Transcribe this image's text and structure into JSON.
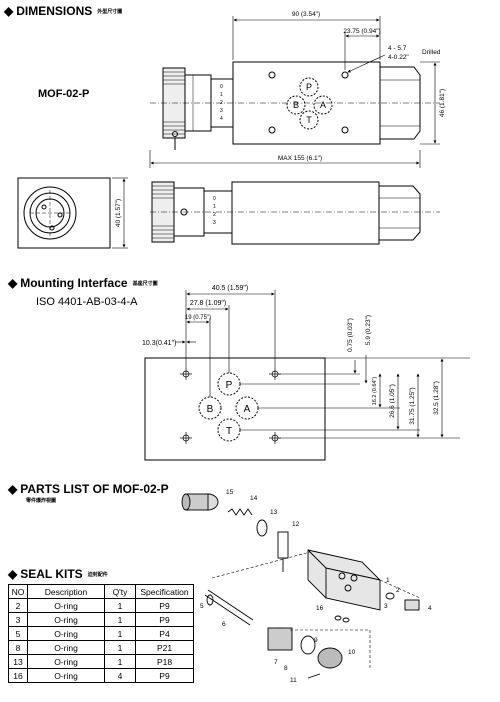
{
  "dimensions": {
    "title": "DIMENSIONS",
    "title_cn": "外型尺寸圖",
    "model": "MOF-02-P",
    "dim_90": "90 (3.54\")",
    "dim_23_75": "23.75 (0.94\")",
    "drill_1": "4 - 5.7",
    "drill_2": "4-0.22\"",
    "drilled": "Drilled",
    "dim_46": "46 (1.81\")",
    "dim_max": "MAX 155 (6.1\")",
    "dim_40": "40 (1.57\")",
    "ports": {
      "p": "P",
      "a": "A",
      "b": "B",
      "t": "T"
    }
  },
  "mounting": {
    "title": "Mounting Interface",
    "title_cn": "基座尺寸圖",
    "standard": "ISO 4401-AB-03-4-A",
    "dim_40_5": "40.5 (1.59\")",
    "dim_27_8": "27.8 (1.09\")",
    "dim_19": "19 (0.75\")",
    "dim_10_3": "10.3(0.41\")",
    "dim_0_75": "0.75 (0.03\")",
    "dim_5_9": "5.9 (0.23\")",
    "dim_16_2": "16.2 (0.64\")",
    "dim_26_6": "26.6 (1.05\")",
    "dim_31_75": "31.75 (1.25\")",
    "dim_32_5": "32.5 (1.28\")"
  },
  "parts": {
    "title": "PARTS LIST  OF MOF-02-P",
    "title_cn": "零件爆炸視圖",
    "callouts": [
      "1",
      "2",
      "3",
      "4",
      "5",
      "6",
      "7",
      "8",
      "9",
      "10",
      "11",
      "12",
      "13",
      "14",
      "15",
      "16"
    ]
  },
  "seal": {
    "title": "SEAL  KITS",
    "title_cn": "迫封配件",
    "headers": [
      "NO",
      "Description",
      "Q'ty",
      "Specification"
    ],
    "rows": [
      [
        "2",
        "O-ring",
        "1",
        "P9"
      ],
      [
        "3",
        "O-ring",
        "1",
        "P9"
      ],
      [
        "5",
        "O-ring",
        "1",
        "P4"
      ],
      [
        "8",
        "O-ring",
        "1",
        "P21"
      ],
      [
        "13",
        "O-ring",
        "1",
        "P18"
      ],
      [
        "16",
        "O-ring",
        "4",
        "P9"
      ]
    ]
  }
}
